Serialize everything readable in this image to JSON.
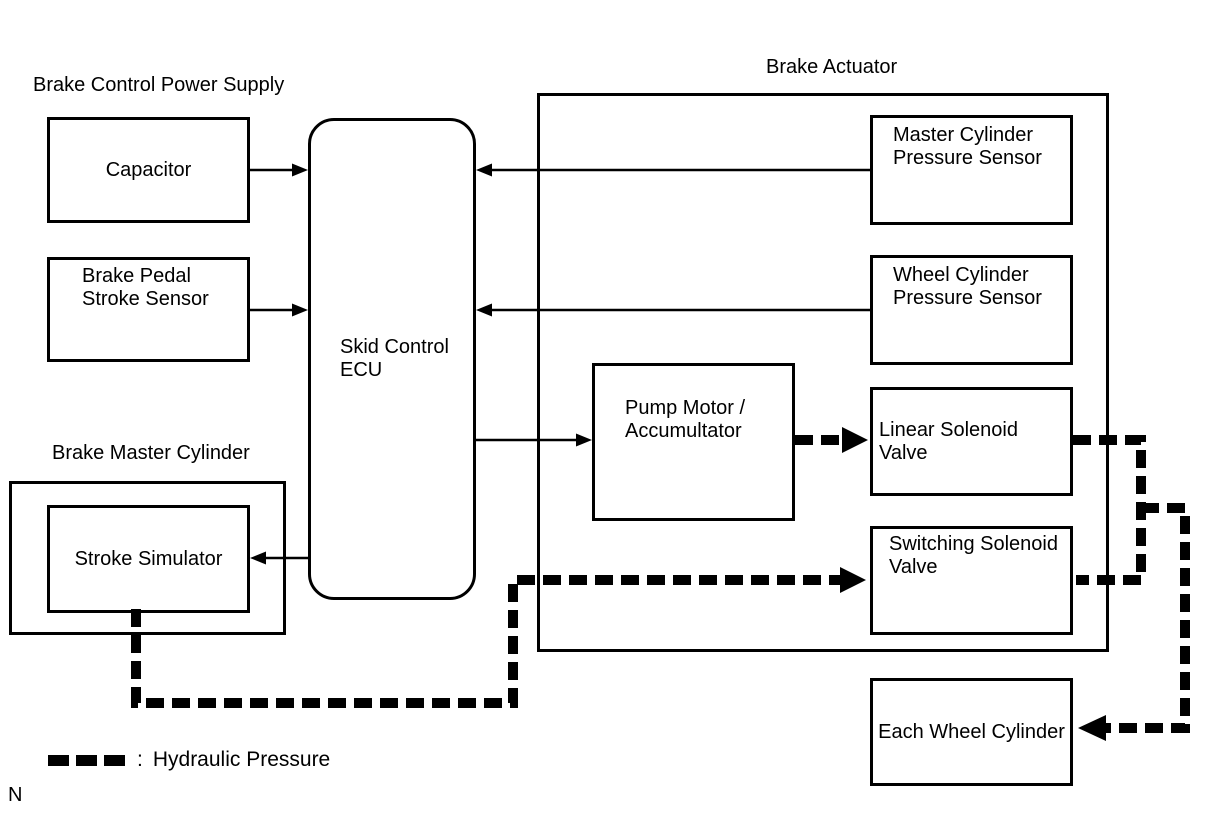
{
  "colors": {
    "ink": "#000000",
    "background": "#ffffff"
  },
  "groups": {
    "power_supply": "Brake Control Power Supply",
    "brake_actuator": "Brake Actuator",
    "brake_master_cylinder": "Brake Master Cylinder"
  },
  "boxes": {
    "capacitor": "Capacitor",
    "brake_pedal_stroke_sensor": "Brake Pedal\nStroke Sensor",
    "skid_control_ecu": "Skid Control\nECU",
    "master_cylinder_pressure_sensor": "Master Cylinder\nPressure Sensor",
    "wheel_cylinder_pressure_sensor": "Wheel Cylinder\nPressure Sensor",
    "pump_motor_accumultator": "Pump Motor /\nAccumultator",
    "linear_solenoid_valve": "Linear Solenoid Valve",
    "switching_solenoid_valve": "Switching Solenoid\nValve",
    "stroke_simulator": "Stroke Simulator",
    "each_wheel_cylinder": "Each Wheel Cylinder"
  },
  "legend": {
    "separator": ":",
    "label": "Hydraulic Pressure"
  },
  "footnote": "N",
  "edges": [
    {
      "from": "capacitor",
      "to": "skid_control_ecu",
      "type": "signal"
    },
    {
      "from": "brake_pedal_stroke_sensor",
      "to": "skid_control_ecu",
      "type": "signal"
    },
    {
      "from": "master_cylinder_pressure_sensor",
      "to": "skid_control_ecu",
      "type": "signal"
    },
    {
      "from": "wheel_cylinder_pressure_sensor",
      "to": "skid_control_ecu",
      "type": "signal"
    },
    {
      "from": "skid_control_ecu",
      "to": "pump_motor_accumultator",
      "type": "signal"
    },
    {
      "from": "skid_control_ecu",
      "to": "stroke_simulator",
      "type": "signal"
    },
    {
      "from": "pump_motor_accumultator",
      "to": "linear_solenoid_valve",
      "type": "hydraulic"
    },
    {
      "from": "stroke_simulator",
      "to": "switching_solenoid_valve",
      "type": "hydraulic"
    },
    {
      "from": "linear_solenoid_valve",
      "to": "each_wheel_cylinder",
      "type": "hydraulic"
    },
    {
      "from": "switching_solenoid_valve",
      "to": "each_wheel_cylinder",
      "type": "hydraulic"
    }
  ]
}
